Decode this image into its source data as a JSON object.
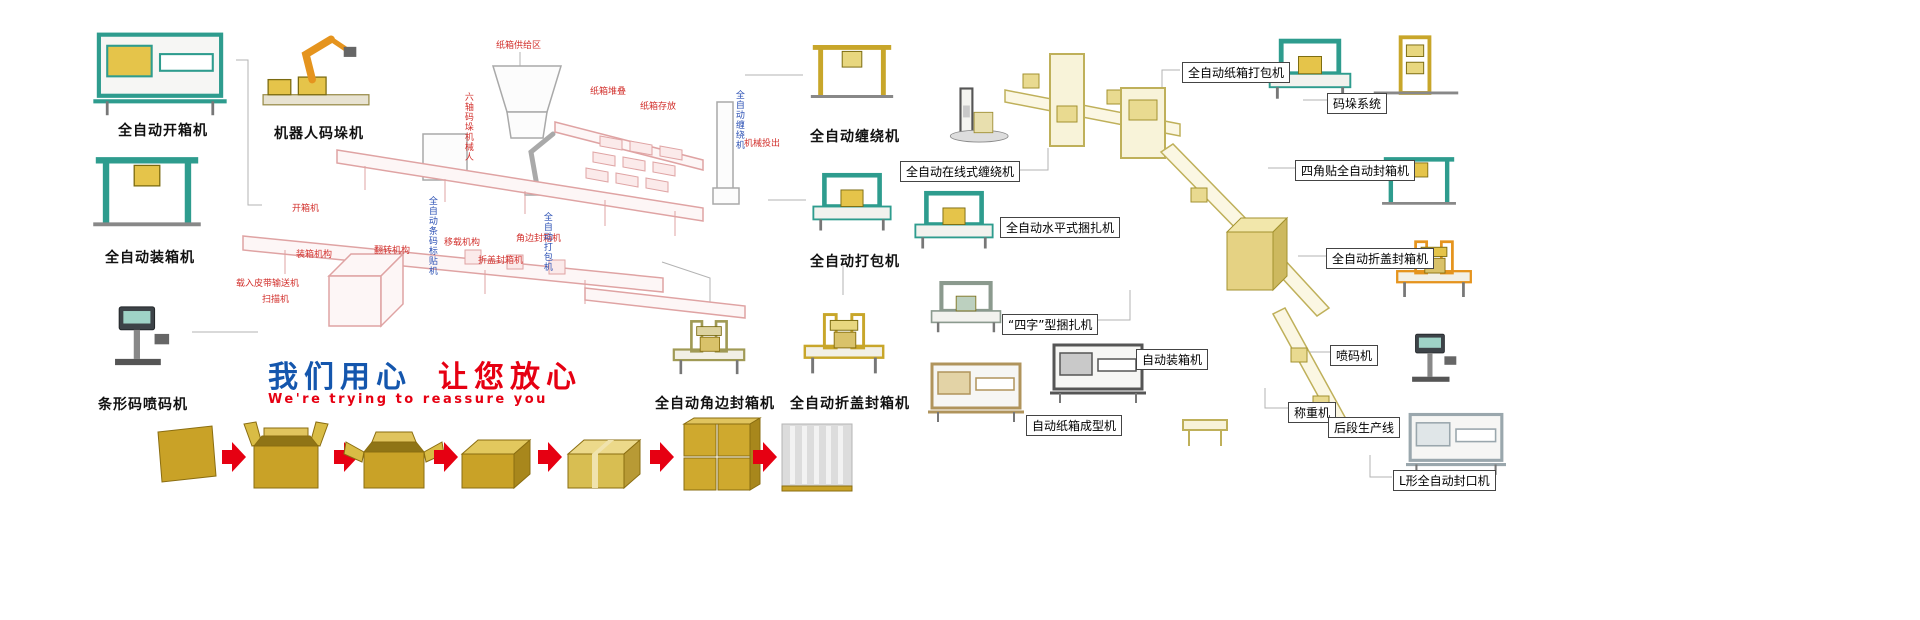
{
  "slogan": {
    "cn_blue": "我们用心",
    "cn_red": "让您放心",
    "en": "We're trying to reassure you"
  },
  "colors": {
    "slogan_blue": "#1456ad",
    "slogan_red": "#e60012",
    "carton_gold": "#c9a227",
    "diagram_pink": "#dfa3a3",
    "diagram_yellow": "#bfb05a"
  },
  "machines": {
    "carton_opener": {
      "label": "全自动开箱机"
    },
    "robot_palletizer": {
      "label": "机器人码垛机"
    },
    "case_packer": {
      "label": "全自动装箱机"
    },
    "barcode_printer": {
      "label": "条形码喷码机"
    },
    "wrapping_machine": {
      "label": "全自动缠绕机"
    },
    "strapping_machine": {
      "label": "全自动打包机"
    },
    "corner_sealer": {
      "label": "全自动角边封箱机"
    },
    "flap_sealer": {
      "label": "全自动折盖封箱机"
    },
    "inline_wrapper": {
      "label": "全自动在线式缠绕机"
    },
    "horizontal_strapper": {
      "label": "全自动水平式捆扎机"
    },
    "four_type_strapper": {
      "label": "“四字”型捆扎机"
    },
    "carton_former": {
      "label": "自动纸箱成型机"
    },
    "auto_case_packer": {
      "label": "自动装箱机"
    },
    "carton_strapper": {
      "label": "全自动纸箱打包机"
    },
    "palletizing_system": {
      "label": "码垛系统"
    },
    "four_corner_sealer": {
      "label": "四角贴全自动封箱机"
    },
    "auto_flap_sealer": {
      "label": "全自动折盖封箱机"
    },
    "inkjet_printer": {
      "label": "喷码机"
    },
    "weigher": {
      "label": "称重机"
    },
    "rear_line": {
      "label": "后段生产线"
    },
    "l_sealer": {
      "label": "L形全自动封口机"
    }
  },
  "diagram_labels": [
    "纸箱供给区",
    "纸箱堆叠",
    "纸箱存放",
    "六轴码垛机械人",
    "全自动缠绕机",
    "机械投出",
    "开箱机",
    "装箱机构",
    "全自动条码标贴机",
    "翻转机构",
    "移载机构",
    "折盖封箱机",
    "角边封箱机",
    "全自动打包机",
    "载入皮带输送机",
    "扫描机"
  ]
}
